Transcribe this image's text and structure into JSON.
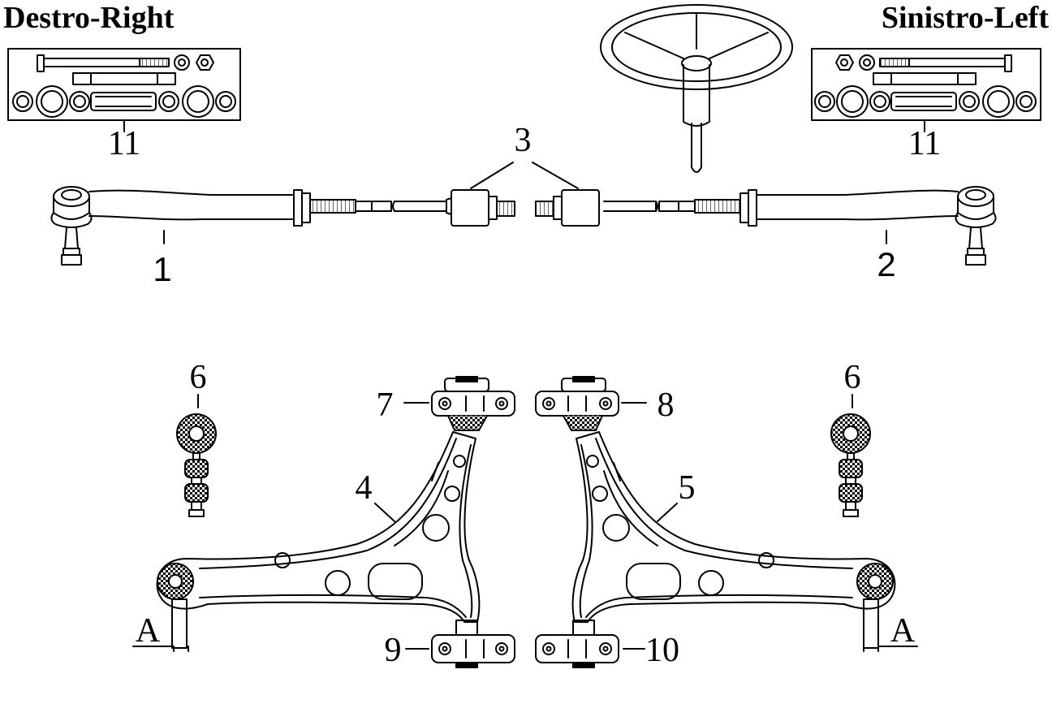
{
  "header": {
    "right_side_label": "Destro-Right",
    "left_side_label": "Sinistro-Left"
  },
  "callouts": {
    "tie_rod_end_right": "1",
    "tie_rod_end_left": "2",
    "inner_joints": "3",
    "wishbone_right": "4",
    "wishbone_left": "5",
    "stabilizer_link_right": "6",
    "stabilizer_link_left": "6",
    "bushing_front_right": "7",
    "bushing_front_left": "8",
    "bushing_rear_right": "9",
    "bushing_rear_left": "10",
    "kit_right": "11",
    "kit_left": "11",
    "section_right": "A",
    "section_left": "A"
  },
  "icons": {
    "steering_wheel": "steering-wheel-icon",
    "hardware_kit": "hardware-kit-icon",
    "tie_rod": "tie-rod-icon",
    "wishbone": "wishbone-icon",
    "stabilizer_link": "stabilizer-link-icon",
    "bushing": "bushing-icon"
  },
  "colors": {
    "line": "#000000",
    "background": "#ffffff",
    "hatch": "#000000"
  }
}
